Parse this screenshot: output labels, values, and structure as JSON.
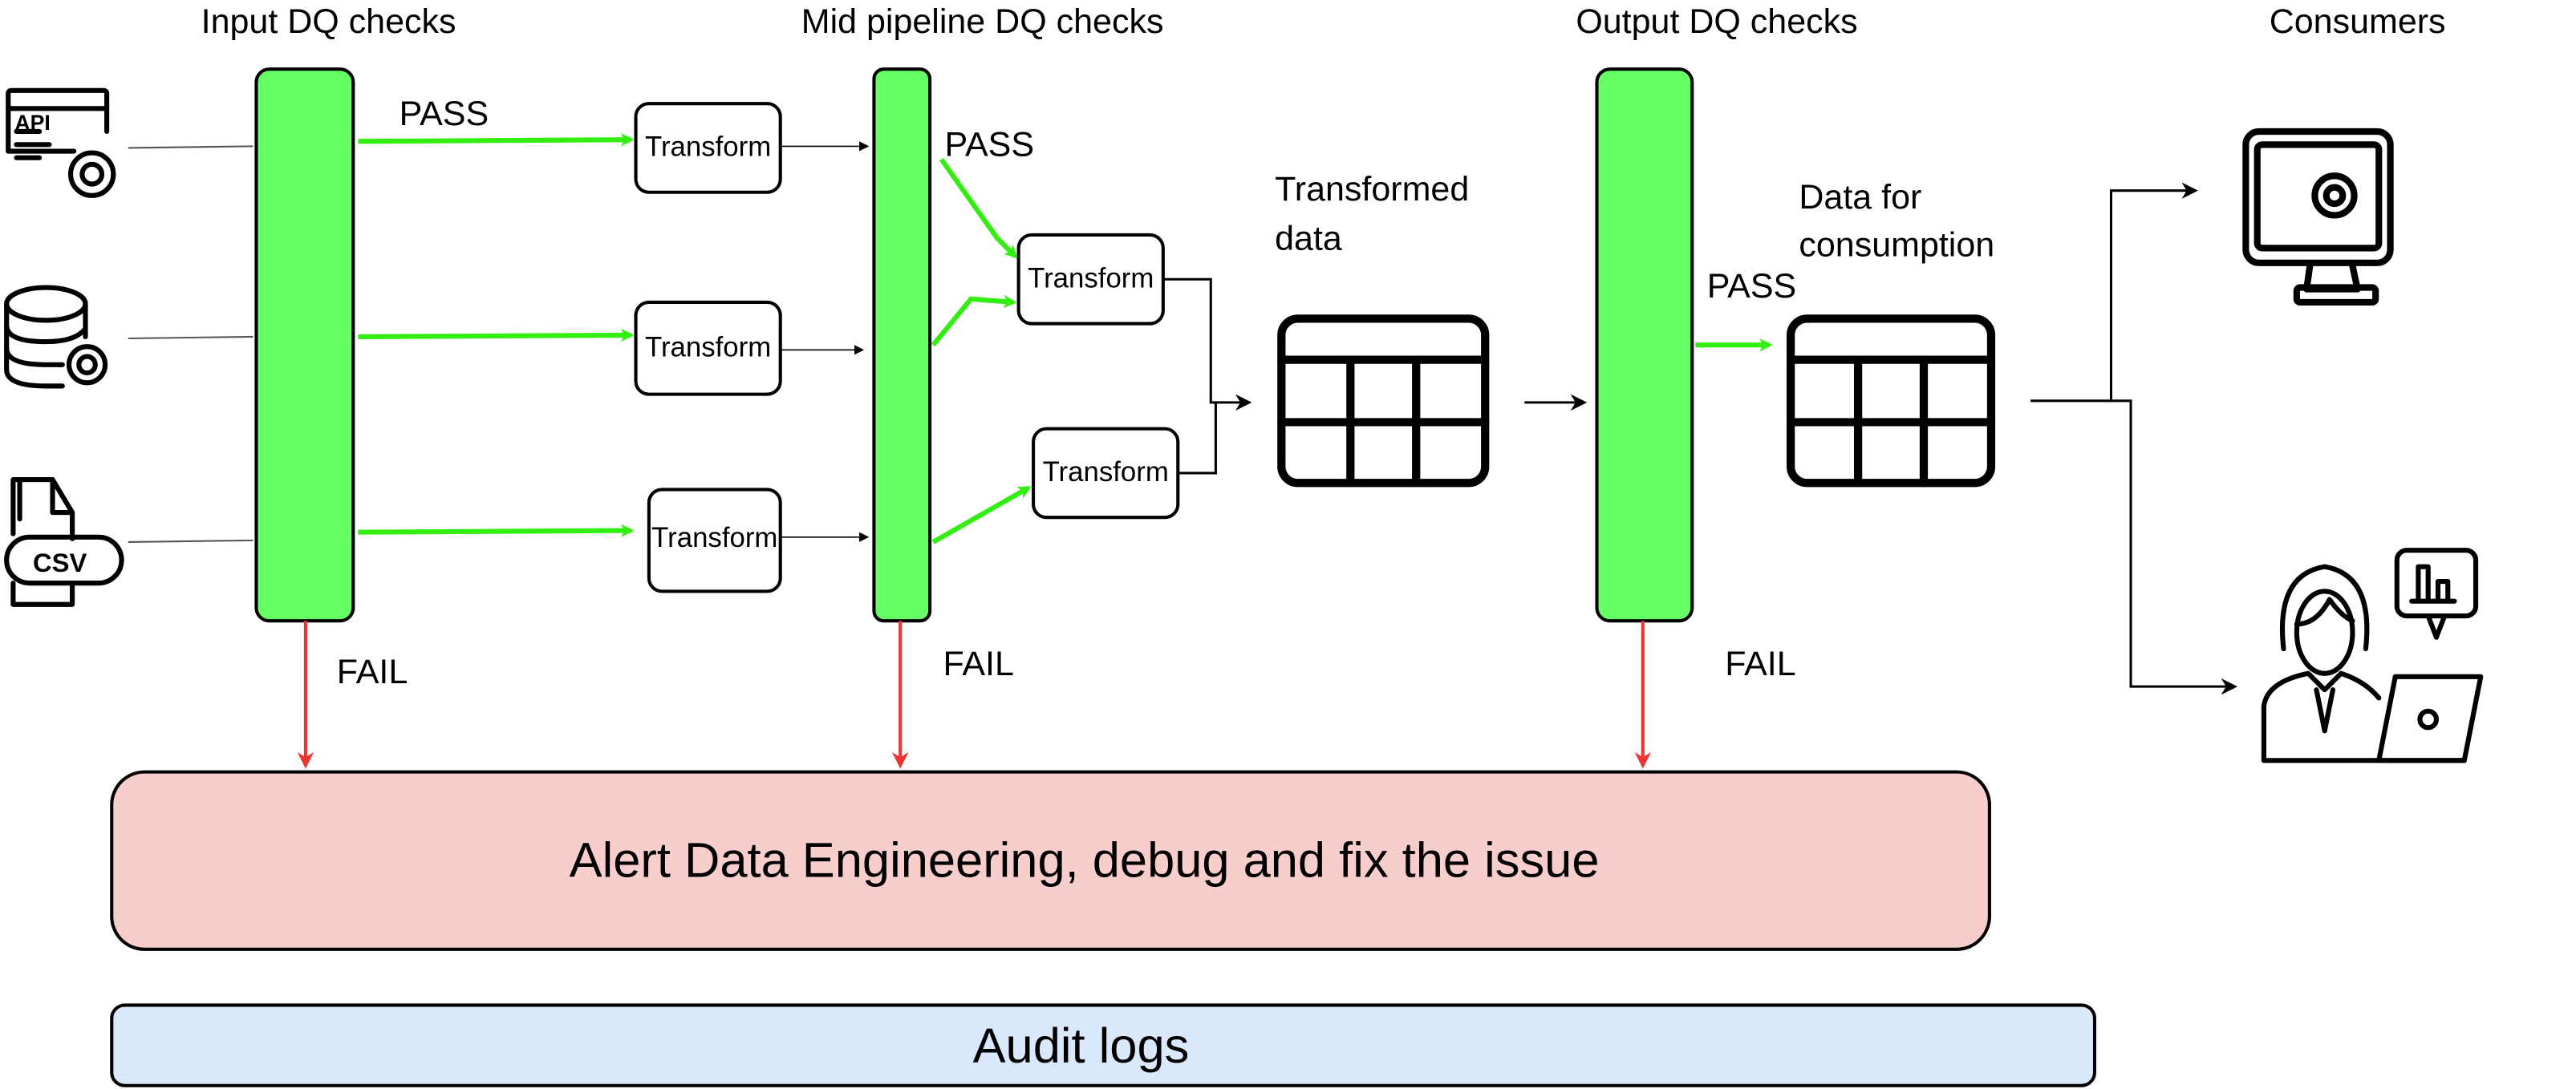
{
  "headers": {
    "input": "Input DQ checks",
    "mid": "Mid pipeline DQ checks",
    "output": "Output DQ checks",
    "consumers": "Consumers"
  },
  "labels": {
    "pass": "PASS",
    "fail": "FAIL",
    "transform": "Transform",
    "transformed_data_1": "Transformed",
    "transformed_data_2": "data",
    "consumption_1": "Data for",
    "consumption_2": "consumption"
  },
  "sources": {
    "api_icon_text": "API",
    "csv_icon_text": "CSV",
    "icons": [
      "api-gear-icon",
      "database-gear-icon",
      "csv-file-icon"
    ]
  },
  "consumer_icons": [
    "monitor-gear-icon",
    "analyst-laptop-icon"
  ],
  "alert_box": "Alert Data Engineering, debug and fix the issue",
  "audit_box": "Audit logs",
  "colors": {
    "check_bar": "#66ff66",
    "pass_arrow": "#33ee11",
    "fail_arrow": "#ee3333",
    "alert_fill": "#f8cecc",
    "audit_fill": "#dae8fc"
  }
}
